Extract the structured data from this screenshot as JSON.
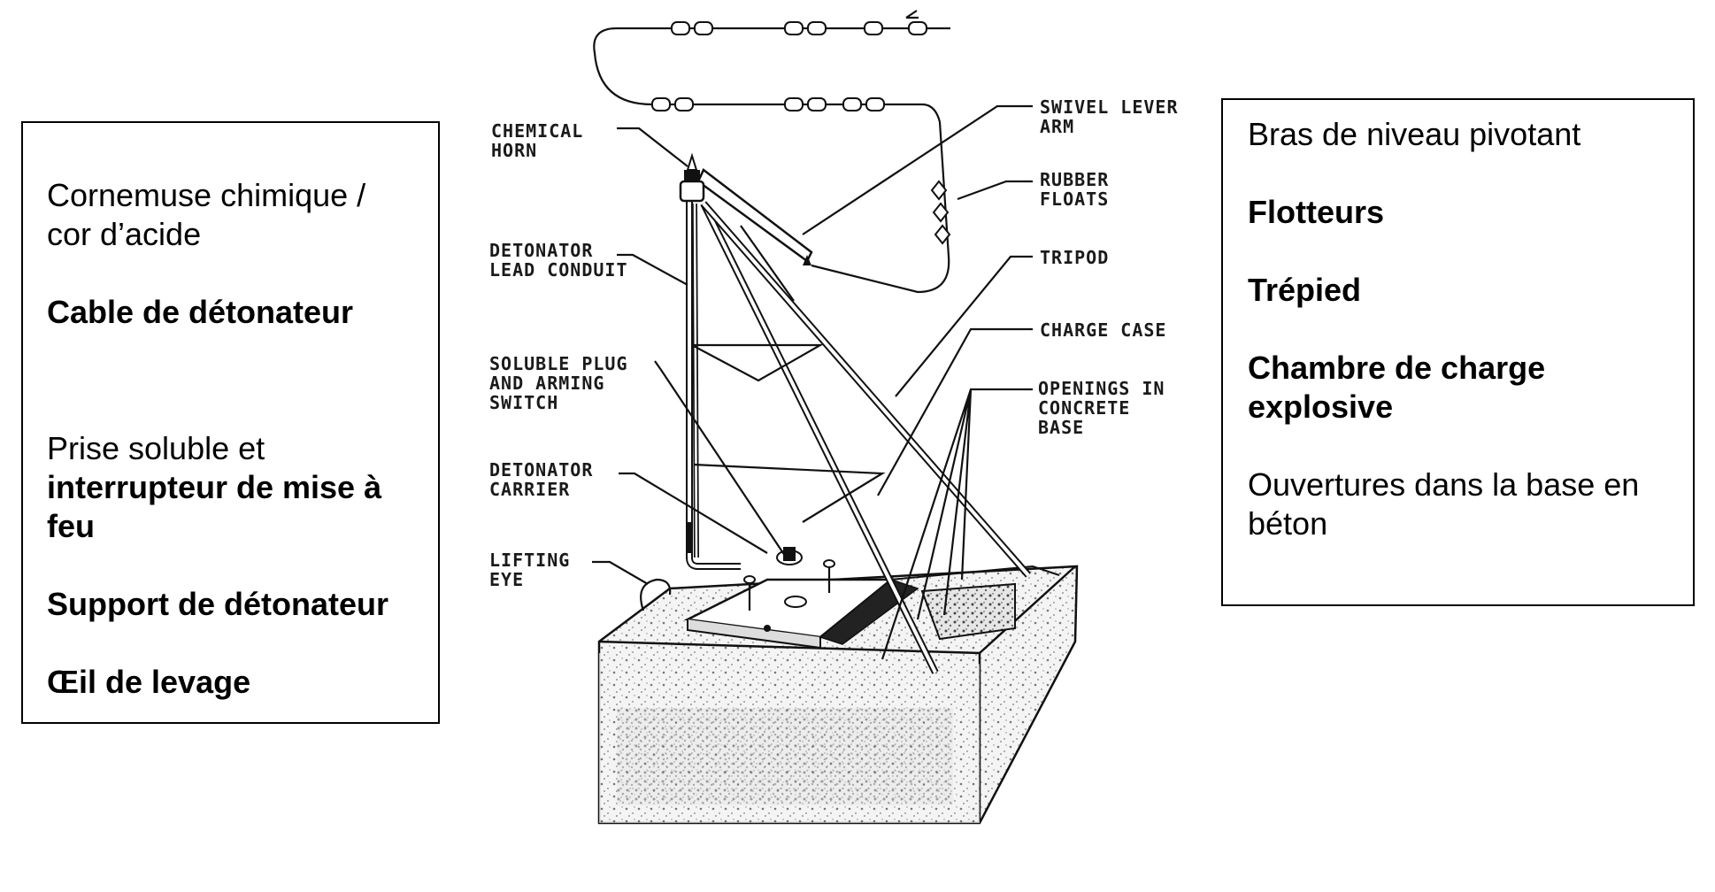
{
  "left_panel": {
    "lines": [
      "Cornemuse chimique /",
      "cor d’acide",
      "Cable de détonateur",
      "Prise soluble et",
      "interrupteur de mise à",
      "feu",
      "Support de détonateur",
      "Œil de levage"
    ]
  },
  "right_panel": {
    "lines": [
      "Bras de niveau pivotant",
      "Flotteurs",
      "Trépied",
      "Chambre de charge",
      "explosive",
      "Ouvertures dans la base en",
      "béton"
    ]
  },
  "diagram": {
    "labels": {
      "chemical_horn": [
        "CHEMICAL",
        "HORN"
      ],
      "detonator_lead_conduit": [
        "DETONATOR",
        "LEAD CONDUIT"
      ],
      "soluble_plug": [
        "SOLUBLE PLUG",
        "AND ARMING",
        "SWITCH"
      ],
      "detonator_carrier": [
        "DETONATOR",
        "CARRIER"
      ],
      "lifting_eye": [
        "LIFTING",
        "EYE"
      ],
      "swivel_lever_arm": [
        "SWIVEL LEVER",
        "ARM"
      ],
      "rubber_floats": [
        "RUBBER",
        "FLOATS"
      ],
      "tripod": [
        "TRIPOD"
      ],
      "charge_case": [
        "CHARGE CASE"
      ],
      "openings": [
        "OPENINGS IN",
        "CONCRETE",
        "BASE"
      ]
    }
  }
}
